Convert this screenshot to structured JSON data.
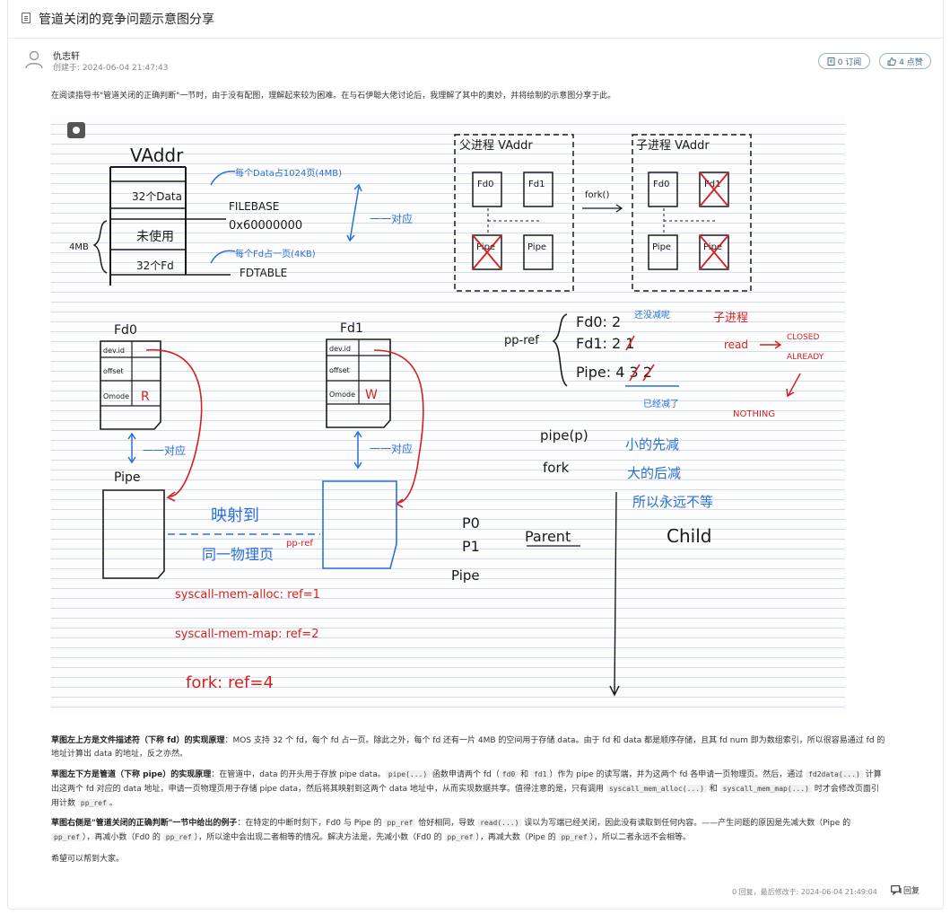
{
  "header": {
    "title": "管道关闭的竞争问题示意图分享"
  },
  "post": {
    "author": "仇志轩",
    "created": "创建于: 2024-06-04 21:47:43",
    "subscribe_label": "0 订阅",
    "like_label": "4 点赞",
    "intro": "在阅读指导书\"管道关闭的正确判断\"一节时，由于没有配图，理解起来较为困难。在与石伊聪大佬讨论后，我理解了其中的奥妙，并将绘制的示意图分享于此。"
  },
  "sketch": {
    "vaddr": "VAddr",
    "row_data": "32个Data",
    "row_unused": "未使用",
    "row_fd": "32个Fd",
    "mb_label": "4MB",
    "note_data": "每个Data占1024页(4MB)",
    "note_fd": "每个Fd占一页(4KB)",
    "filebase": "FILEBASE",
    "addr": "0x60000000",
    "fdtable": "FDTABLE",
    "one_to_one": "一一对应",
    "parent_vaddr": "父进程 VAddr",
    "child_vaddr": "子进程 VAddr",
    "fork": "fork()",
    "fd0": "Fd0",
    "fd1": "Fd1",
    "pipe": "Pipe",
    "dev_id": "dev.id",
    "offset": "offset",
    "omode": "Omode",
    "r": "R",
    "w": "W",
    "mapped_to": "映射到",
    "same_page": "同一物理页",
    "pp_ref": "pp-ref",
    "syscall_alloc": "syscall-mem-alloc: ref=1",
    "syscall_map": "syscall-mem-map: ref=2",
    "fork_ref": "fork: ref=4",
    "pp_ref_label": "pp-ref",
    "ppref_fd0": "Fd0: 2",
    "ppref_fd1": "Fd1: 2 1",
    "ppref_pipe": "Pipe: 4 3 2",
    "close_note": "还没减呢",
    "already_reduced": "已经减了",
    "child_read": "子进程",
    "read": "read",
    "closed_already": "CLOSED ALREADY",
    "nothing": "NOTHING",
    "pipe_p": "pipe(p)",
    "fork_word": "fork",
    "small_first": "小的先减",
    "big_later": "大的后减",
    "never_equal": "所以永远不等",
    "p0": "P0",
    "p1": "P1",
    "pipe_word": "Pipe",
    "parent": "Parent",
    "child": "Child"
  },
  "body": {
    "p1_title": "草图左上方是文件描述符（下称 fd）的实现原理",
    "p1_text": "：MOS 支持 32 个 fd，每个 fd 占一页。除此之外，每个 fd 还有一片 4MB 的空间用于存储 data。由于 fd 和 data 都是顺序存储，且其 fd num 即为数组索引，所以很容易通过 fd 的地址计算出 data 的地址，反之亦然。",
    "p2_title": "草图左下方是管道（下称 pipe）的实现原理",
    "p2_a": "：在管道中，data 的开头用于存放 pipe data。",
    "p2_code1": "pipe(...)",
    "p2_b": " 函数申请两个 fd（",
    "p2_code2": "fd0",
    "p2_c": " 和 ",
    "p2_code3": "fd1",
    "p2_d": "）作为 pipe 的读写端，并为这两个 fd 各申请一页物理页。然后，通过 ",
    "p2_code4": "fd2data(...)",
    "p2_e": " 计算出这两个 fd 对应的 data 地址，申请一页物理页用于存储 pipe data，然后将其映射到这两个 data 地址中，从而实现数据共享。值得注意的是，只有调用 ",
    "p2_code5": "syscall_mem_alloc(...)",
    "p2_f": " 和 ",
    "p2_code6": "syscall_mem_map(...)",
    "p2_g": " 时才会修改页面引用计数 ",
    "p2_code7": "pp_ref",
    "p2_h": "。",
    "p3_title": "草图右侧是\"管道关闭的正确判断\"一节中给出的例子",
    "p3_a": "：在特定的中断时刻下，Fd0 与 Pipe 的 ",
    "p3_code1": "pp_ref",
    "p3_b": " 恰好相同，导致 ",
    "p3_code2": "read(...)",
    "p3_c": " 误以为写端已经关闭，因此没有读取到任何内容。——产生问题的原因是先减大数（Pipe 的 ",
    "p3_code3": "pp_ref",
    "p3_d": "），再减小数（Fd0 的 ",
    "p3_code4": "pp_ref",
    "p3_e": "），所以途中会出现二者相等的情况。解决方法是，先减小数（Fd0 的 ",
    "p3_code5": "pp_ref",
    "p3_f": "），再减大数（Pipe 的 ",
    "p3_code6": "pp_ref",
    "p3_g": "），所以二者永远不会相等。",
    "p4": "希望可以帮到大家。"
  },
  "footer": {
    "meta": "0 回复，最后修改于: 2024-06-04 21:49:04",
    "reply_label": "回复"
  },
  "colors": {
    "ink_black": "#1a1a1a",
    "ink_blue": "#2a6fd6",
    "ink_red": "#d42020",
    "accent": "#4a6a85"
  }
}
